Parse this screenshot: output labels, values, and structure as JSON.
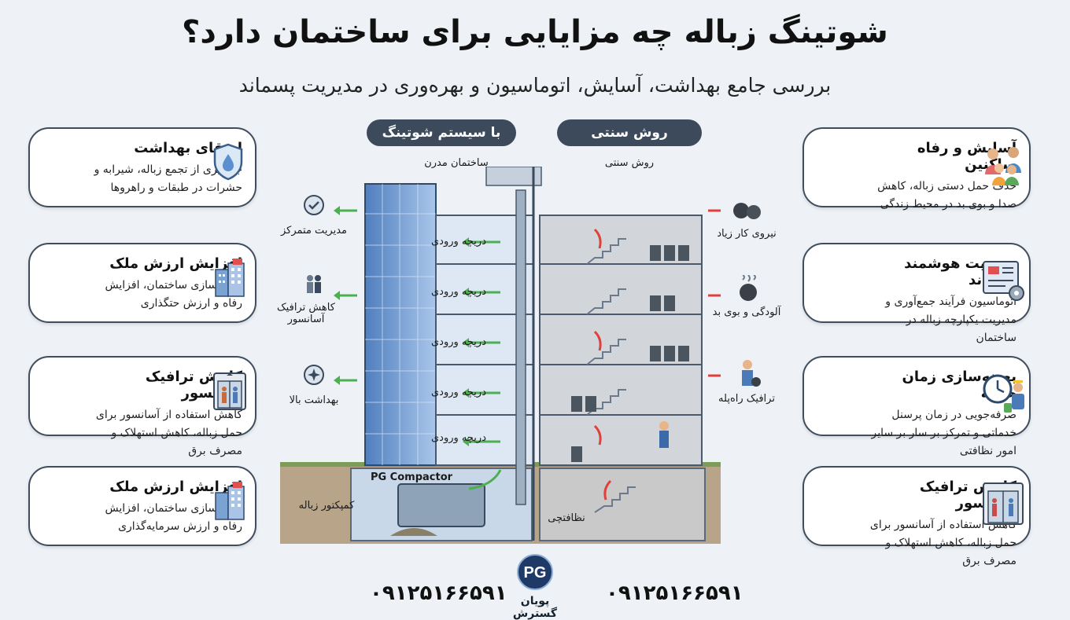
{
  "header": {
    "title": "شوتینگ زباله چه مزایایی برای ساختمان دارد؟",
    "subtitle": "بررسی جامع بهداشت، آسایش، اتوماسیون و بهره‌وری در مدیریت پسماند"
  },
  "tabs": {
    "modern_pill": "با سیستم شوتینگ",
    "traditional_pill": "روش سنتی",
    "modern_sub": "ساختمان مدرن",
    "traditional_sub": "روش سنتی"
  },
  "left_cards": [
    {
      "title": "ارتقای بهداشت",
      "text": "جلوگیری از تجمع زباله، شیرابه و حشرات در طبقات و راهروها",
      "icon": "shield-drop-icon"
    },
    {
      "title": "افزایش ارزش ملک",
      "text": "مدرن‌سازی ساختمان، افزایش رفاه و ارزش حتگذاری",
      "icon": "building-icon"
    },
    {
      "title": "کاهش ترافیک آسانسور",
      "text": "کاهش استفاده از آسانسور برای حمل زباله، کاهش استهلاک و مصرف برق",
      "icon": "elevator-icon"
    },
    {
      "title": "افزایش ارزش ملک",
      "text": "مدرن‌سازی ساختمان، افزایش رفاه و ارزش سرمایه‌گذاری",
      "icon": "building-icon"
    }
  ],
  "right_cards": [
    {
      "title": "آسایش و رفاه ساکنین",
      "text": "حذف حمل دستی زباله، کاهش صدا و بوی بد در محیط زندگی",
      "icon": "family-icon"
    },
    {
      "title": "مدیریت هوشمند پسماند",
      "text": "اتوماسیون فرآیند جمع‌آوری و مدیریت یکپارچه زباله در ساختمان",
      "icon": "dashboard-gear-icon"
    },
    {
      "title": "بهینه‌سازی زمان خدمه",
      "text": "صرفه‌جویی در زمان پرسنل خدماتی و تمرکز بر سار بر سایر امور نظافتی",
      "icon": "clock-worker-icon"
    },
    {
      "title": "کاهش ترافیک آسانسور",
      "text": "کاهش استفاده از آسانسور برای حمل زباله، کاهش استهلاک و مصرف برق",
      "icon": "elevator-icon"
    }
  ],
  "modern_labels": [
    "مدیریت متمرکز",
    "کاهش ترافیک آسانسور",
    "بهداشت بالا"
  ],
  "traditional_labels": [
    "نیروی کار زیاد",
    "آلودگی و بوی بد",
    "ترافیک راه‌پله"
  ],
  "floor_label": "دریچه ورودی",
  "compactor_label": "کمپکتور زباله",
  "compactor_brand": "PG Compactor",
  "janitor_label": "نظافتچی",
  "footer": {
    "phone_left": "۰۹۱۲۵۱۶۶۵۹۱",
    "phone_right": "۰۹۱۲۵۱۶۶۵۹۱",
    "brand_name": "پویان گسترش",
    "logo_text": "PG"
  },
  "colors": {
    "pill": "#3d4a5c",
    "arrow_green": "#4caf50",
    "arrow_red": "#e0403a",
    "glass": "#6f9bd0"
  }
}
